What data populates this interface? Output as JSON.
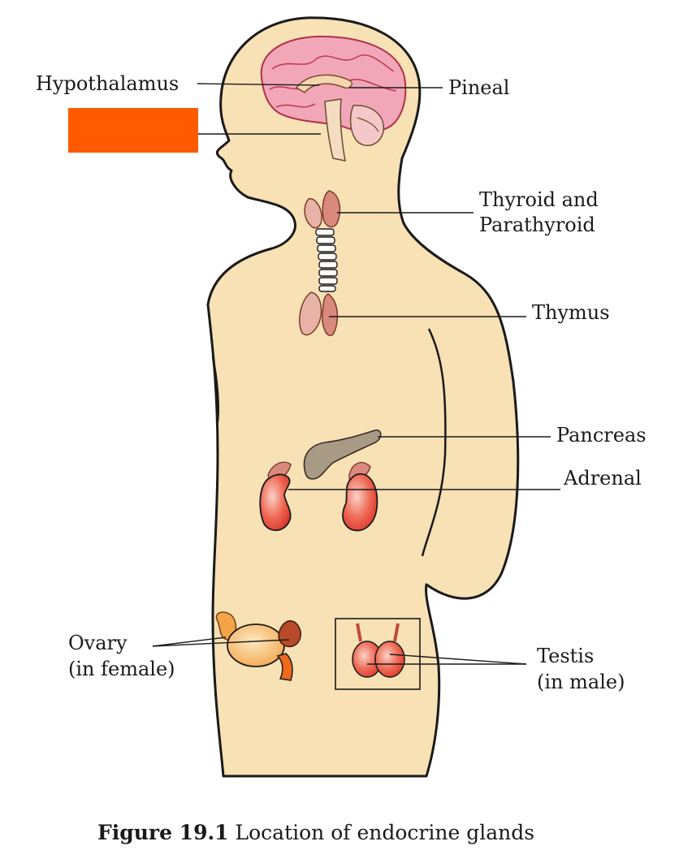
{
  "labels": {
    "hypothalamus": "Hypothalamus",
    "pineal": "Pineal",
    "thyroid_line1": "Thyroid and",
    "thyroid_line2": "Parathyroid",
    "thymus": "Thymus",
    "pancreas": "Pancreas",
    "adrenal": "Adrenal",
    "ovary_line1": "Ovary",
    "ovary_line2": "(in female)",
    "testis_line1": "Testis",
    "testis_line2": "(in male)"
  },
  "caption": {
    "prefix": "Figure 19.1",
    "text": "Location of endocrine glands"
  },
  "colors": {
    "body_fill": "#f7e1b5",
    "outline": "#1a1a1a",
    "brain": "#f2a7b9",
    "gland_red": "#e8453c",
    "gland_pink": "#d98a7d",
    "pancreas": "#a89a84",
    "ovary": "#f2a24b",
    "redaction_box": "#ff5a00"
  }
}
